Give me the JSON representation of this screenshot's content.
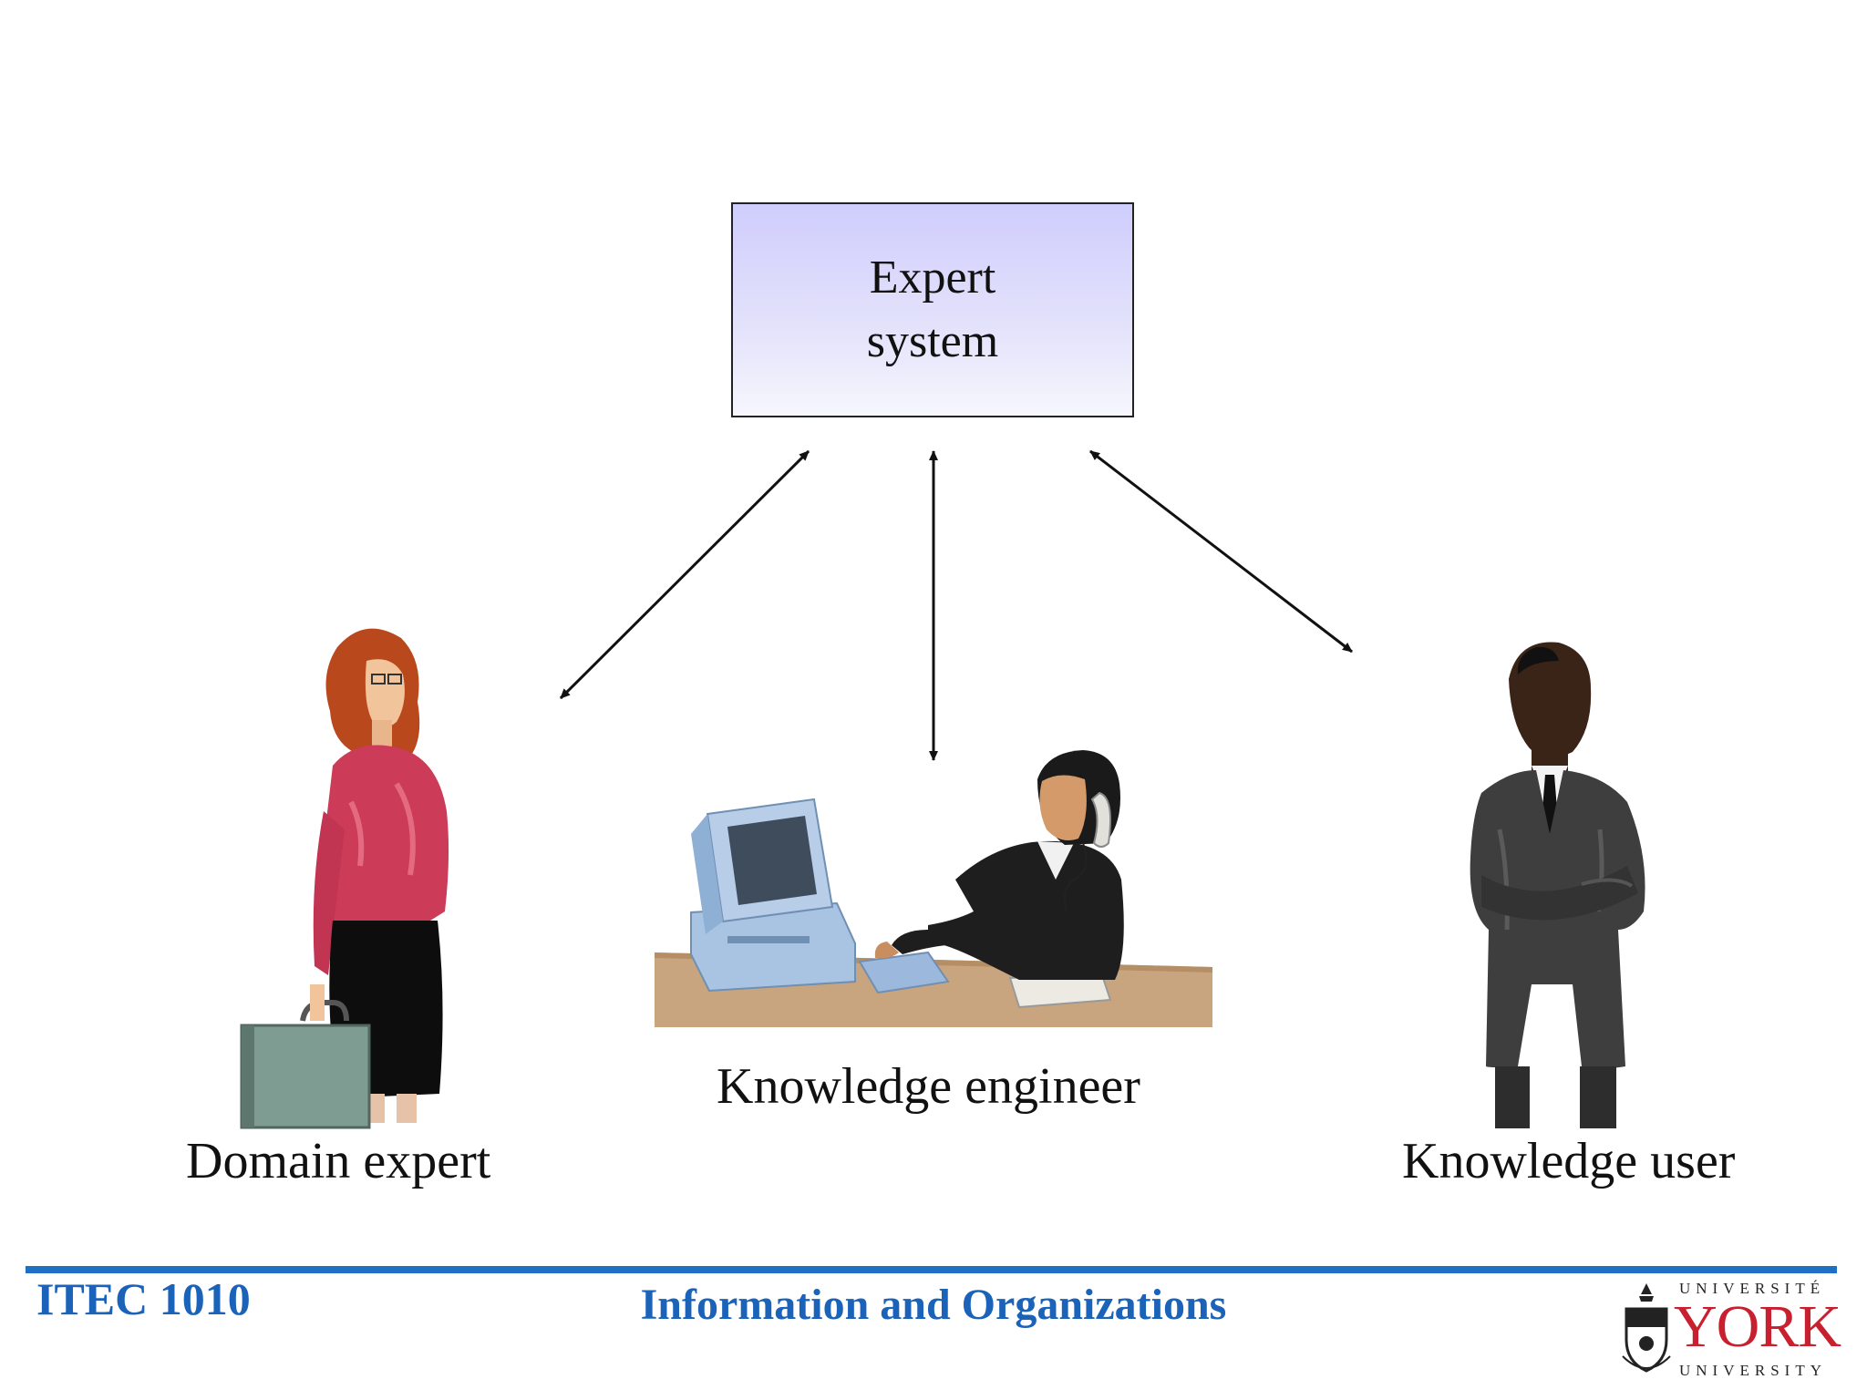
{
  "diagram": {
    "center_node": {
      "line1": "Expert",
      "line2": "system"
    },
    "roles": {
      "domain_expert": "Domain expert",
      "knowledge_engineer": "Knowledge engineer",
      "knowledge_user": "Knowledge user"
    }
  },
  "footer": {
    "course": "ITEC 1010",
    "title": "Information and Organizations",
    "logo": {
      "top": "UNIVERSITÉ",
      "name": "YORK",
      "bottom": "UNIVERSITY"
    }
  },
  "colors": {
    "accent": "#1a63b8",
    "box_fill": "#d6d5fb",
    "logo_red": "#c8202e"
  }
}
